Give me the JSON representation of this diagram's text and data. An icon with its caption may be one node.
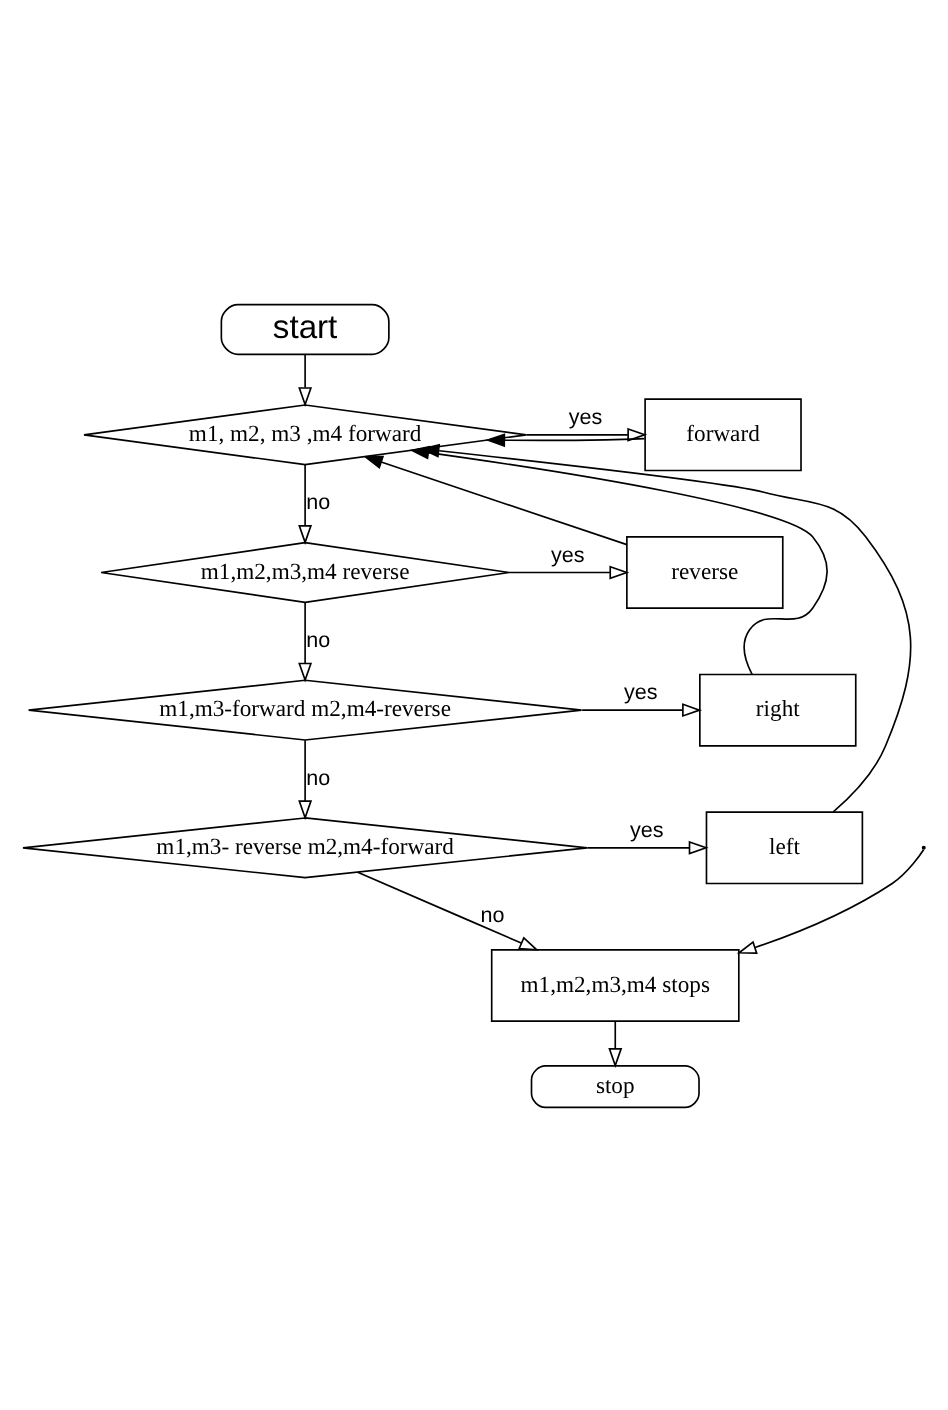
{
  "diagram": {
    "nodes": [
      {
        "text": [
          "start"
        ]
      },
      {
        "text": [
          "m1, m2, m3 ,m4 forward"
        ]
      },
      {
        "text": [
          "forward"
        ]
      },
      {
        "text": [
          "m1,m2,m3,m4 reverse"
        ]
      },
      {
        "text": [
          "reverse"
        ]
      },
      {
        "text": [
          "m1,m3-forward m2,m4-reverse"
        ]
      },
      {
        "text": [
          "right"
        ]
      },
      {
        "text": [
          "m1,m3- reverse m2,m4-forward"
        ]
      },
      {
        "text": [
          "left"
        ]
      },
      {
        "text": [
          "m1,m2,m3,m4 stops"
        ]
      },
      {
        "text": [
          "stop"
        ]
      }
    ],
    "edges": [
      {
        "from": 0,
        "to": 1,
        "arrow": "to"
      },
      {
        "from": 1,
        "to": 2,
        "arrow": "to",
        "label": "yes"
      },
      {
        "from": 1,
        "to": 3,
        "arrow": "to",
        "label": "no"
      },
      {
        "from": 3,
        "to": 4,
        "arrow": "to",
        "label": "yes"
      },
      {
        "from": 3,
        "to": 5,
        "arrow": "to",
        "label": "no"
      },
      {
        "from": 5,
        "to": 6,
        "arrow": "to",
        "label": "yes"
      },
      {
        "from": 5,
        "to": 7,
        "arrow": "to",
        "label": "no"
      },
      {
        "from": 7,
        "to": 8,
        "arrow": "to",
        "label": "yes"
      },
      {
        "from": 7,
        "to": 9,
        "arrow": "to",
        "label": "no"
      },
      {
        "from": 9,
        "to": 10,
        "arrow": "to"
      },
      {
        "from": 2,
        "to": 1,
        "arrow": "to"
      },
      {
        "from": 4,
        "to": 1,
        "arrow": "to"
      },
      {
        "from": 6,
        "to": 1,
        "arrow": "to"
      },
      {
        "from": 8,
        "to": 1,
        "arrow": "to"
      },
      {
        "from": null,
        "to": 9,
        "arrow": "to"
      }
    ]
  }
}
